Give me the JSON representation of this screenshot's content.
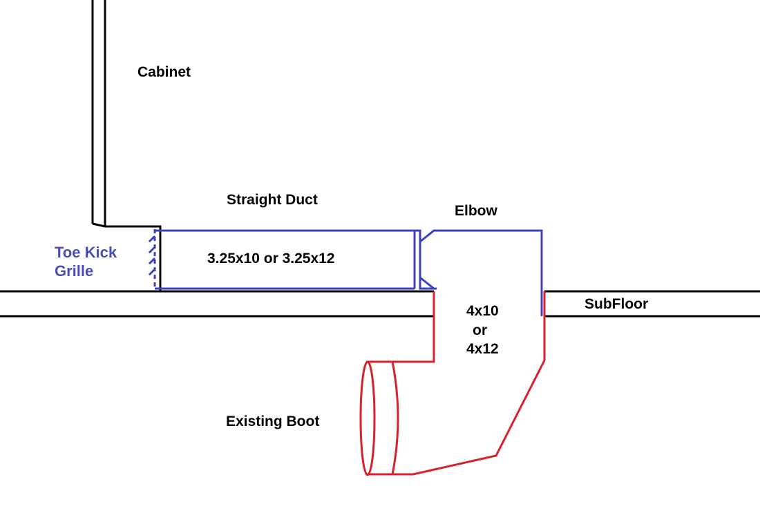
{
  "labels": {
    "cabinet": "Cabinet",
    "straight_duct": "Straight Duct",
    "elbow": "Elbow",
    "toe_kick_line1": "Toe Kick",
    "toe_kick_line2": "Grille",
    "duct_size": "3.25x10 or 3.25x12",
    "subfloor": "SubFloor",
    "elbow_size_line1": "4x10",
    "elbow_size_line2": "or",
    "elbow_size_line3": "4x12",
    "existing_boot": "Existing Boot"
  },
  "colors": {
    "structure": "#000000",
    "new_ductwork": "#3b3fc0",
    "existing_ductwork": "#d6202a",
    "background": "#ffffff"
  }
}
